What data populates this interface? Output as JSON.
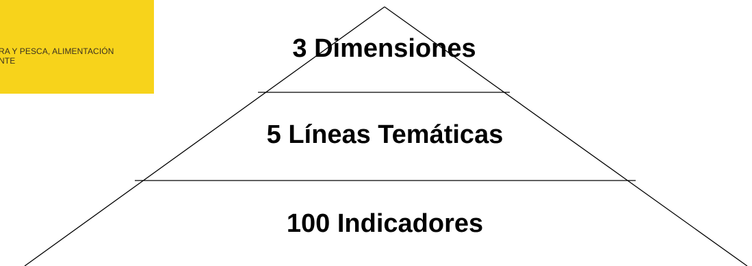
{
  "logo": {
    "line1": "RA Y PESCA, ALIMENTACIÓN",
    "line2": "NTE",
    "background": "#f7d31b"
  },
  "pyramid": {
    "tiers": [
      {
        "label": "3 Dimensiones"
      },
      {
        "label": "5 Líneas Temáticas"
      },
      {
        "label": "100 Indicadores"
      }
    ],
    "line_color": "#000000"
  }
}
